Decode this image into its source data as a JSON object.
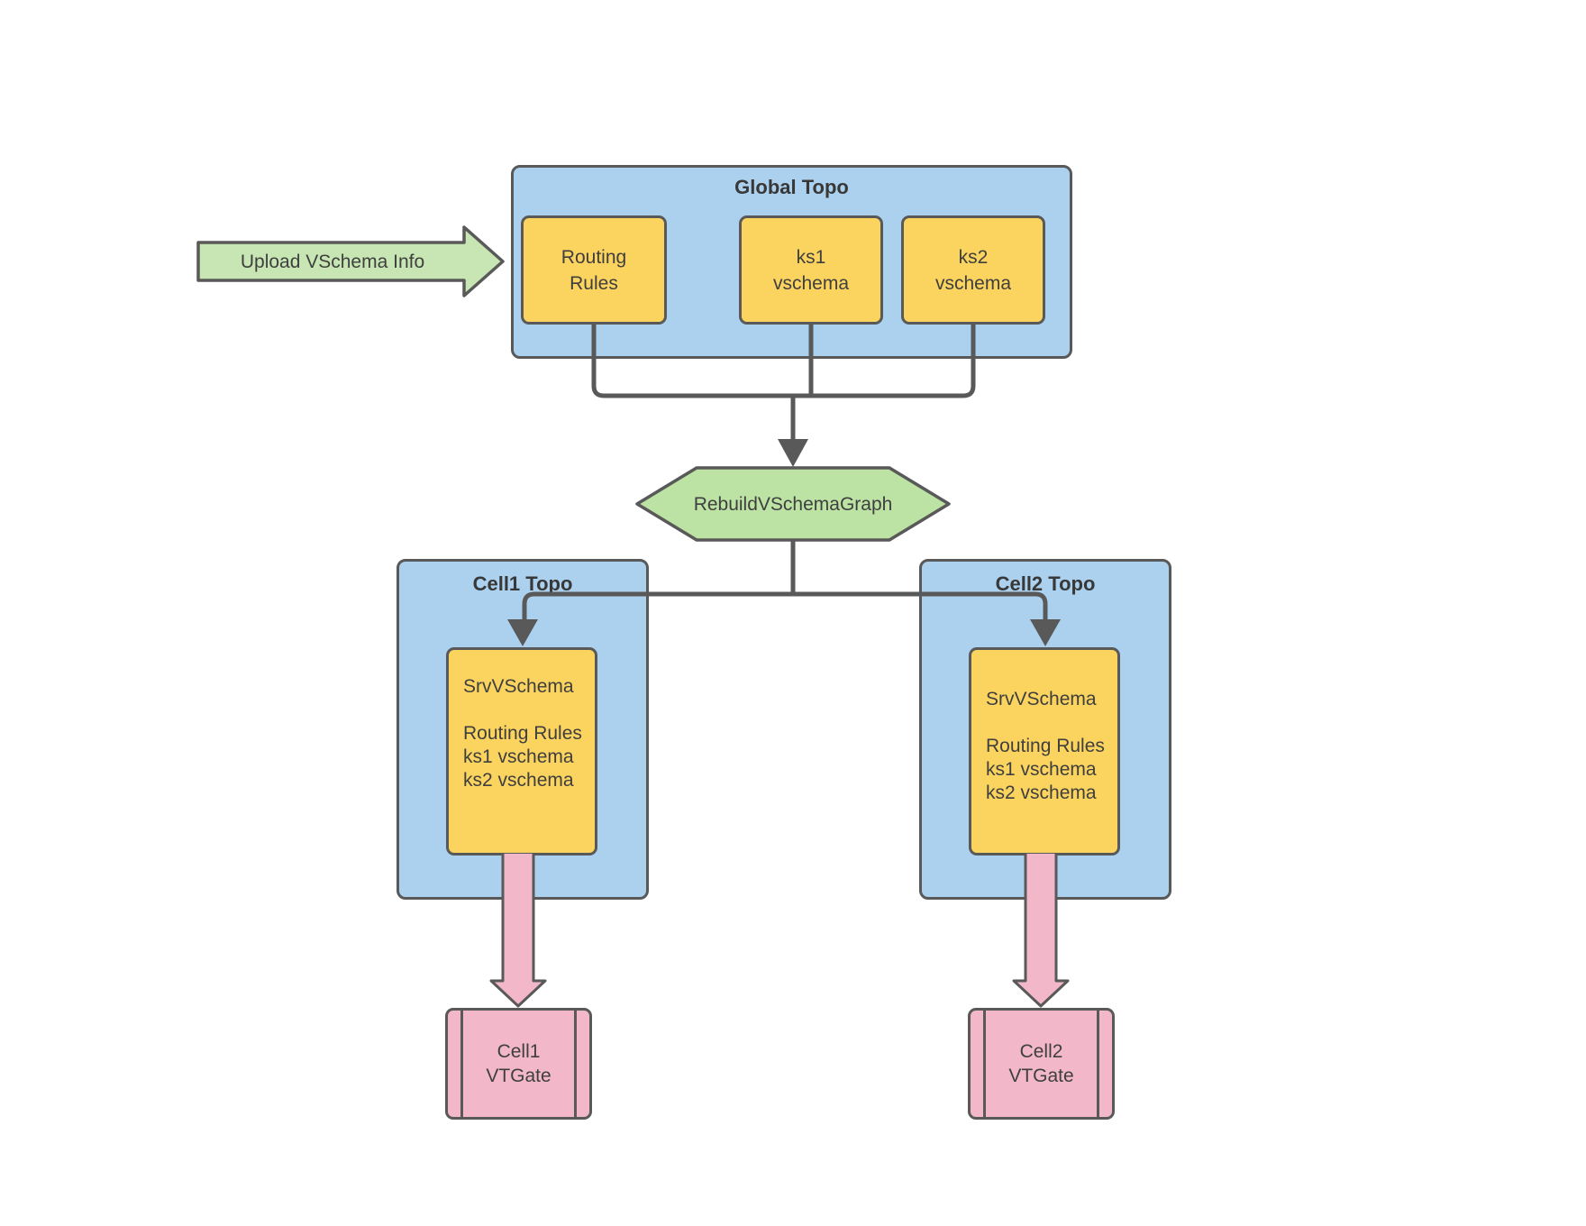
{
  "colors": {
    "container_blue": "#abd1ee",
    "node_yellow": "#fbd35f",
    "upload_arrow_green": "#c7e6b3",
    "process_hexagon_green": "#bce3a4",
    "vtgate_pink": "#f2b8c9",
    "stroke_gray": "#595959",
    "text_gray": "#3f3f3f"
  },
  "upload_arrow": {
    "label": "Upload VSchema Info"
  },
  "global_topo": {
    "title": "Global Topo",
    "nodes": [
      {
        "label": "Routing\nRules"
      },
      {
        "label": "ks1\nvschema"
      },
      {
        "label": "ks2\nvschema"
      }
    ]
  },
  "rebuild_process": {
    "label": "RebuildVSchemaGraph"
  },
  "cells": [
    {
      "title": "Cell1 Topo",
      "srv_vschema": "SrvVSchema\n\nRouting Rules\nks1 vschema\nks2 vschema",
      "vtgate": "Cell1\nVTGate"
    },
    {
      "title": "Cell2 Topo",
      "srv_vschema": "SrvVSchema\n\nRouting Rules\nks1 vschema\nks2 vschema",
      "vtgate": "Cell2\nVTGate"
    }
  ]
}
